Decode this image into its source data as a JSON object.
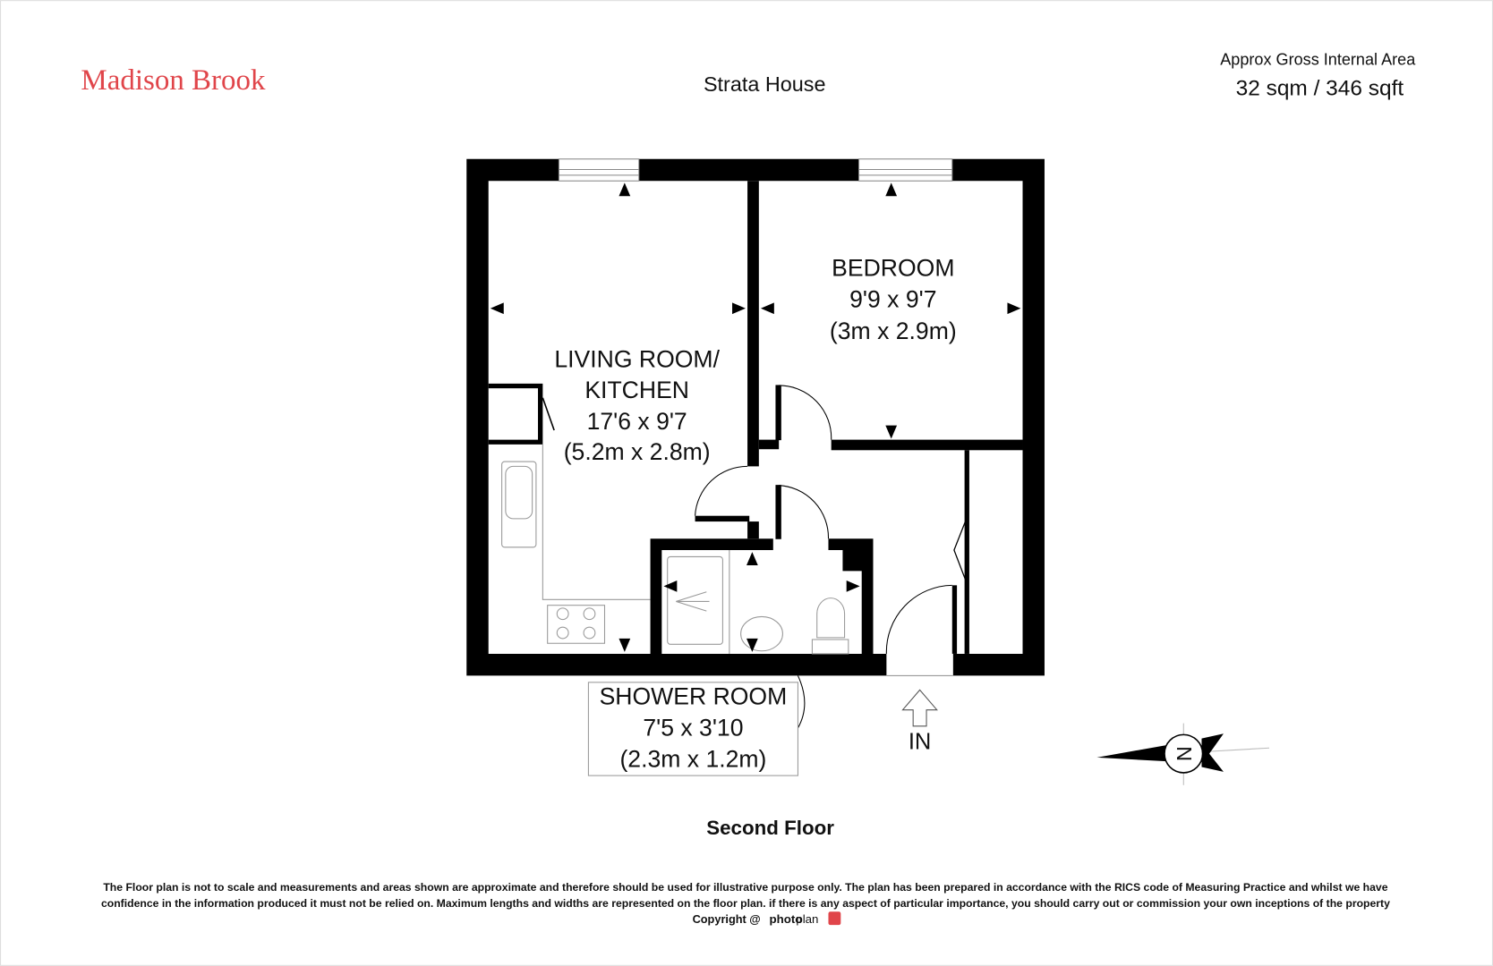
{
  "brand": {
    "name": "Madison Brook",
    "color": "#e0454a"
  },
  "title": "Strata House",
  "area": {
    "label": "Approx Gross Internal Area",
    "value": "32 sqm / 346 sqft"
  },
  "rooms": [
    {
      "name_line1": "LIVING ROOM/",
      "name_line2": "KITCHEN",
      "imperial": "17'6 x 9'7",
      "metric": "(5.2m x 2.8m)"
    },
    {
      "name_line1": "BEDROOM",
      "imperial": "9'9 x 9'7",
      "metric": "(3m x 2.9m)"
    },
    {
      "name_line1": "SHOWER ROOM",
      "imperial": "7'5 x 3'10",
      "metric": "(2.3m x 1.2m)"
    }
  ],
  "entrance_label": "IN",
  "compass_label": "N",
  "floor_label": "Second Floor",
  "disclaimer": {
    "line1": "The Floor plan is not to scale and measurements and areas shown are approximate and therefore should be used for illustrative purpose only. The plan has been prepared in accordance with the RICS code of Measuring Practice and whilst we have",
    "line2": "confidence in the information produced it must not be relied on. Maximum  lengths and widths are represented on the floor plan. if there is any aspect of particular importance, you should carry out or commission your own inceptions of the property",
    "copyright": "Copyright @",
    "photoplan_bold": "photo",
    "photoplan_rest": "plan"
  }
}
